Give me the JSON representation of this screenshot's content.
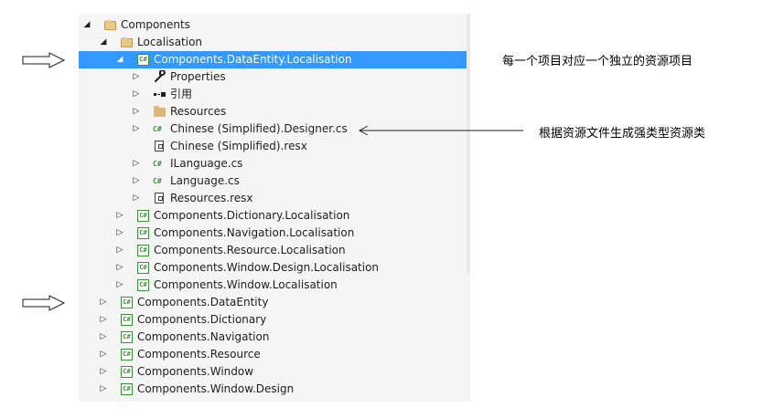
{
  "tree": {
    "rows": [
      {
        "label": "Components",
        "icon": "folder-open-icon",
        "expander": "expanded"
      },
      {
        "label": "Localisation",
        "icon": "folder-open-icon",
        "expander": "expanded"
      },
      {
        "label": "Components.DataEntity.Localisation",
        "icon": "csharp-project-icon",
        "expander": "expanded",
        "selected": true
      },
      {
        "label": "Properties",
        "icon": "wrench-icon",
        "expander": "collapsed"
      },
      {
        "label": "引用",
        "icon": "references-icon",
        "expander": "collapsed"
      },
      {
        "label": "Resources",
        "icon": "folder-icon",
        "expander": "collapsed"
      },
      {
        "label": "Chinese (Simplified).Designer.cs",
        "icon": "csharp-file-icon",
        "expander": "collapsed"
      },
      {
        "label": "Chinese (Simplified).resx",
        "icon": "resx-file-icon",
        "expander": "none"
      },
      {
        "label": "ILanguage.cs",
        "icon": "csharp-file-icon",
        "expander": "collapsed"
      },
      {
        "label": "Language.cs",
        "icon": "csharp-file-icon",
        "expander": "collapsed"
      },
      {
        "label": "Resources.resx",
        "icon": "resx-file-icon",
        "expander": "collapsed"
      },
      {
        "label": "Components.Dictionary.Localisation",
        "icon": "csharp-project-icon",
        "expander": "collapsed"
      },
      {
        "label": "Components.Navigation.Localisation",
        "icon": "csharp-project-icon",
        "expander": "collapsed"
      },
      {
        "label": "Components.Resource.Localisation",
        "icon": "csharp-project-icon",
        "expander": "collapsed"
      },
      {
        "label": "Components.Window.Design.Localisation",
        "icon": "csharp-project-icon",
        "expander": "collapsed"
      },
      {
        "label": "Components.Window.Localisation",
        "icon": "csharp-project-icon",
        "expander": "collapsed"
      },
      {
        "label": "Components.DataEntity",
        "icon": "csharp-project-icon",
        "expander": "collapsed"
      },
      {
        "label": "Components.Dictionary",
        "icon": "csharp-project-icon",
        "expander": "collapsed"
      },
      {
        "label": "Components.Navigation",
        "icon": "csharp-project-icon",
        "expander": "collapsed"
      },
      {
        "label": "Components.Resource",
        "icon": "csharp-project-icon",
        "expander": "collapsed"
      },
      {
        "label": "Components.Window",
        "icon": "csharp-project-icon",
        "expander": "collapsed"
      },
      {
        "label": "Components.Window.Design",
        "icon": "csharp-project-icon",
        "expander": "collapsed"
      }
    ]
  },
  "glyphs": {
    "expanded": "◢",
    "collapsed": "▷",
    "csharp": "C#"
  },
  "annotations": {
    "project_note": "每一个项目对应一个独立的资源项目",
    "designer_note": "根据资源文件生成强类型资源类"
  },
  "colors": {
    "selection": "#3399ff",
    "tree_background": "#f5f5f5",
    "csharp_green": "#3f8f3a",
    "folder": "#dcb67a"
  }
}
